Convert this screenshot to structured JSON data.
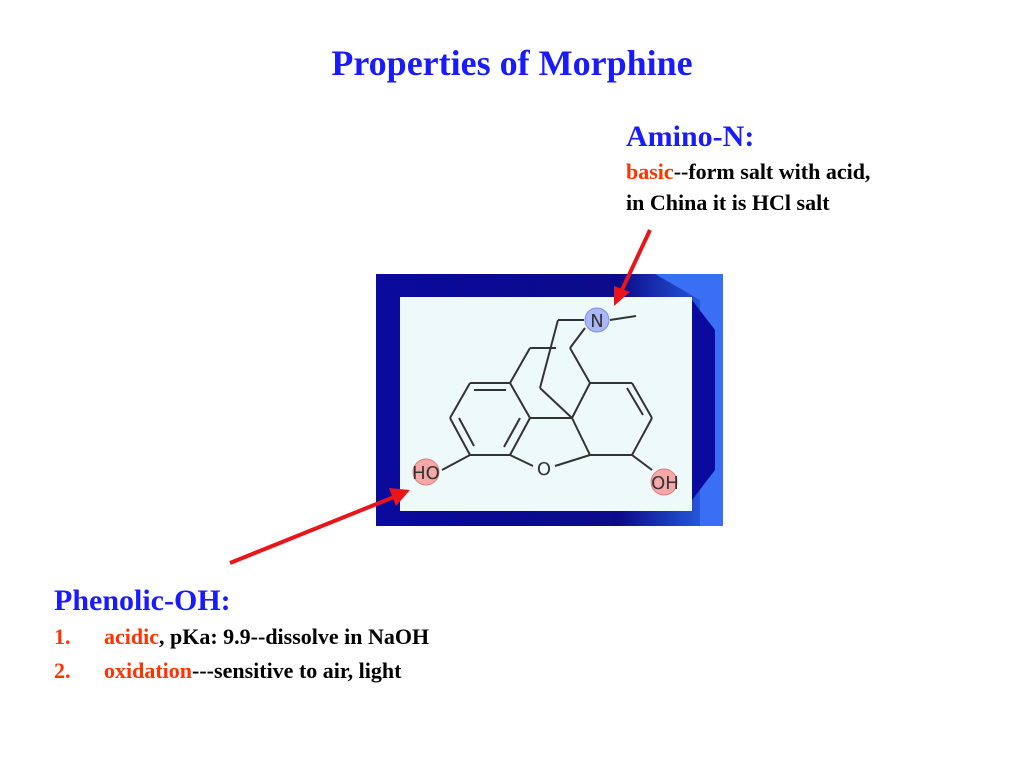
{
  "title": "Properties of Morphine",
  "amino": {
    "heading": "Amino-N:",
    "line1_highlight": "basic",
    "line1_rest": "--form salt with acid,",
    "line2": "in China it is HCl salt"
  },
  "phenolic": {
    "heading": "Phenolic-OH:",
    "items": [
      {
        "num": "1.",
        "highlight": "acidic",
        "rest": ",  pKa: 9.9--dissolve in NaOH"
      },
      {
        "num": "2.",
        "highlight": "oxidation",
        "rest": "---sensitive to air, light"
      }
    ]
  },
  "structure": {
    "labels": {
      "n": "N",
      "ho": "HO",
      "o": "O",
      "oh": "OH"
    }
  },
  "colors": {
    "title": "#1a1aff",
    "accent": "#ff3300",
    "arrow": "#e8151b",
    "panel_frame": "#0a0a9e",
    "panel_bg": "#eefafa"
  }
}
